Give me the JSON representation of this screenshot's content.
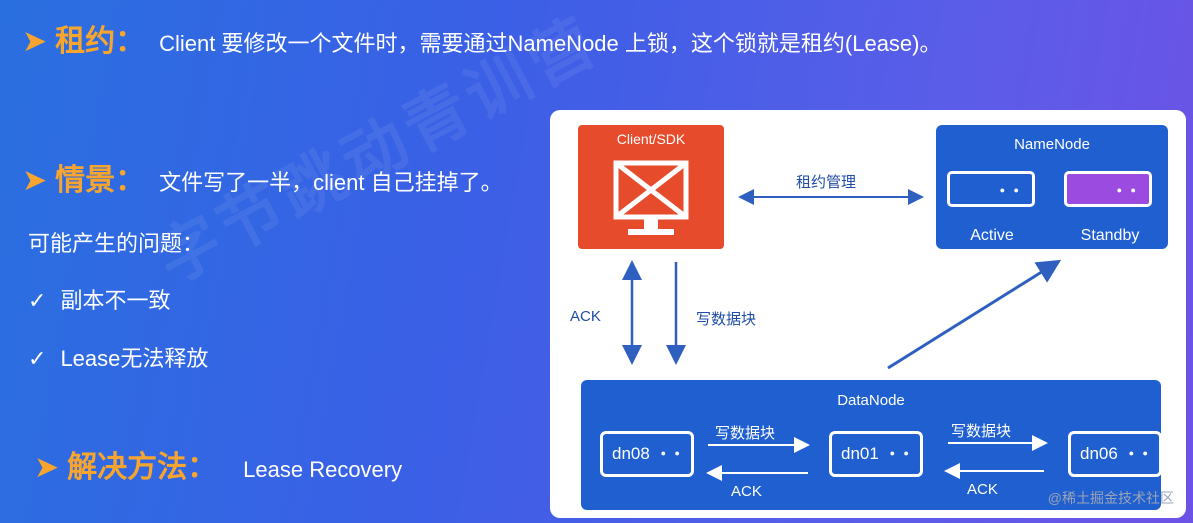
{
  "lease": {
    "head": "租约：",
    "text": "Client 要修改一个文件时，需要通过NameNode 上锁，这个锁就是租约(Lease)。"
  },
  "scenario": {
    "head": "情景：",
    "text": "文件写了一半，client 自己挂掉了。"
  },
  "problems": {
    "title": "可能产生的问题：",
    "items": [
      "副本不一致",
      "Lease无法释放"
    ]
  },
  "solution": {
    "head": "解决方法：",
    "text": "Lease Recovery"
  },
  "bullet": "➤",
  "check": "✓",
  "background_text": "字节跳动青训营",
  "diagram": {
    "client_title": "Client/SDK",
    "namenode_title": "NameNode",
    "active_label": "Active",
    "standby_label": "Standby",
    "lease_mgmt": "租约管理",
    "ack_left": "ACK",
    "write_block_vertical": "写数据块",
    "datanode_title": "DataNode",
    "nodes": [
      "dn08",
      "dn01",
      "dn06"
    ],
    "write_block_1": "写数据块",
    "write_block_2": "写数据块",
    "ack_1": "ACK",
    "ack_2": "ACK",
    "node_dots": "● ●"
  },
  "watermark": "@稀土掘金技术社区",
  "colors": {
    "accent": "#f7a52f",
    "client": "#e64b2b",
    "node_blue": "#1f5fcf",
    "standby": "#9b4be0",
    "arrow": "#2f60c0"
  }
}
